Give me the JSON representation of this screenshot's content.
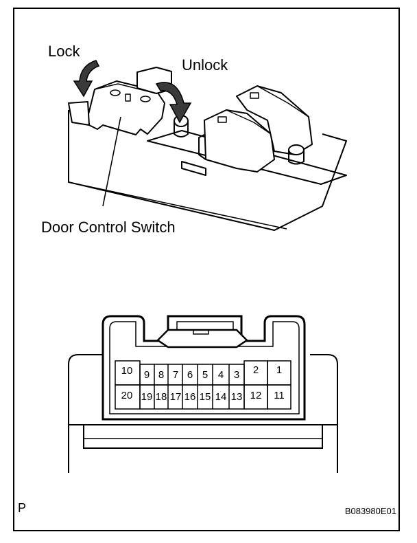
{
  "labels": {
    "lock": "Lock",
    "unlock": "Unlock",
    "door_control_switch": "Door Control Switch",
    "corner_p": "P",
    "figure_code": "B083980E01"
  },
  "connector": {
    "pins_top": [
      "10",
      "9",
      "8",
      "7",
      "6",
      "5",
      "4",
      "3",
      "2",
      "1"
    ],
    "pins_bottom": [
      "20",
      "19",
      "18",
      "17",
      "16",
      "15",
      "14",
      "13",
      "12",
      "11"
    ]
  },
  "colors": {
    "line": "#000000",
    "fill": "#ffffff",
    "arrow": "#3a3a3a"
  }
}
